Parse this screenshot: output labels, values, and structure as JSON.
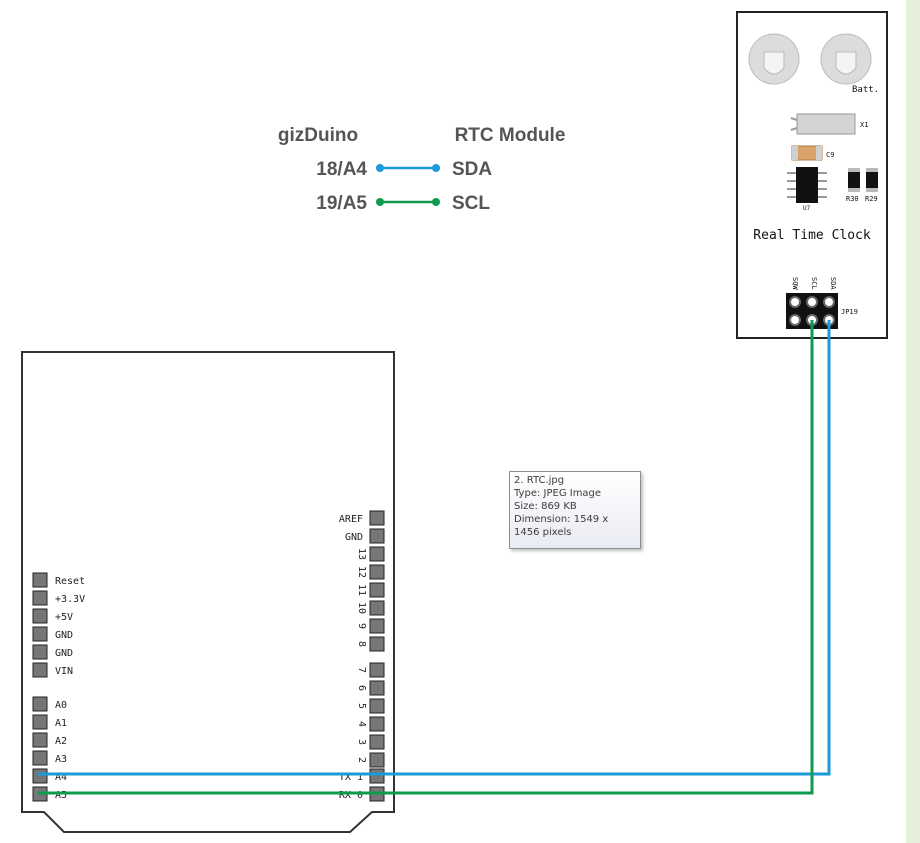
{
  "legend": {
    "left_header": "gizDuino",
    "right_header": "RTC Module",
    "rows": [
      {
        "left": "18/A4",
        "right": "SDA",
        "color": "#1a9ad6"
      },
      {
        "left": "19/A5",
        "right": "SCL",
        "color": "#0f9b4c"
      }
    ]
  },
  "board": {
    "power_pins": [
      "Reset",
      "+3.3V",
      "+5V",
      "GND",
      "GND",
      "VIN"
    ],
    "analog_pins": [
      "A0",
      "A1",
      "A2",
      "A3",
      "A4",
      "A5"
    ],
    "top_right_pins": [
      "AREF",
      "GND",
      "13",
      "12",
      "11",
      "10",
      "9",
      "8"
    ],
    "lower_right_pins": [
      "7",
      "6",
      "5",
      "4",
      "3",
      "2",
      "TX 1",
      "RX 0"
    ]
  },
  "rtc_module": {
    "batt_label": "Batt.",
    "crystal_label": "X1",
    "cap_label": "C9",
    "chip_label": "U7",
    "resistor_labels": [
      "R30",
      "R29"
    ],
    "title": "Real Time Clock",
    "header_labels": [
      "SQW",
      "SCL",
      "SDA"
    ],
    "header_name": "JP19"
  },
  "colors": {
    "sda_wire": "#1a9ad6",
    "scl_wire": "#0f9b4c",
    "pin": "#777777"
  },
  "tooltip": {
    "name": "2. RTC.jpg",
    "type": "Type: JPEG Image",
    "size": "Size: 869 KB",
    "dimension": "Dimension: 1549 x 1456 pixels"
  }
}
